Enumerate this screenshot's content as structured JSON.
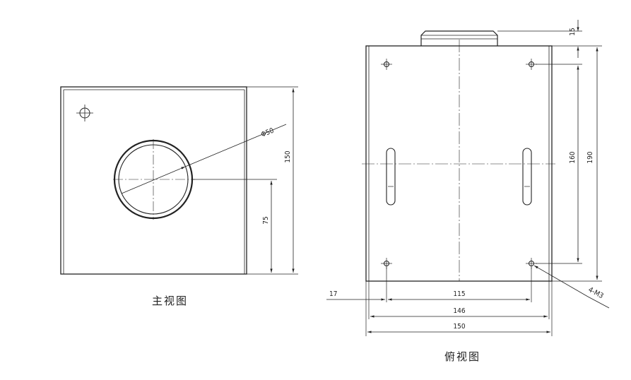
{
  "front_view": {
    "caption": "主视图",
    "dims": {
      "diameter": "Φ50",
      "height": "150",
      "center_height": "75"
    }
  },
  "top_view": {
    "caption": "俯视图",
    "dims": {
      "top_offset": "15",
      "hole_spacing_v": "160",
      "height": "190",
      "left_offset": "17",
      "hole_spacing_h": "115",
      "inner_width": "146",
      "width": "150",
      "holes": "4-M3"
    }
  },
  "colors": {
    "line": "#222222",
    "background": "#ffffff"
  }
}
